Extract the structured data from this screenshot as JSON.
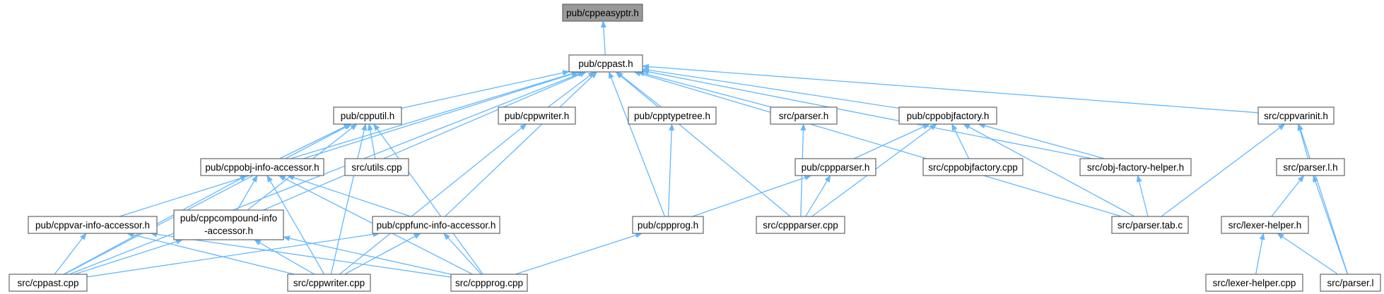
{
  "graph": {
    "edge_color": "#63b8ff",
    "root_fill": "#999999",
    "node_border": "#666666",
    "nodes": [
      {
        "id": "n_cppeasyptr",
        "label": "pub/cppeasyptr.h",
        "root": true
      },
      {
        "id": "n_cppast_h",
        "label": "pub/cppast.h"
      },
      {
        "id": "n_cpputil",
        "label": "pub/cpputil.h"
      },
      {
        "id": "n_cppwriter_h",
        "label": "pub/cppwriter.h"
      },
      {
        "id": "n_cpptypetree",
        "label": "pub/cpptypetree.h"
      },
      {
        "id": "n_parser_h",
        "label": "src/parser.h"
      },
      {
        "id": "n_cppobjfactory_h",
        "label": "pub/cppobjfactory.h"
      },
      {
        "id": "n_cppvarinit",
        "label": "src/cppvarinit.h"
      },
      {
        "id": "n_cppobj_info",
        "label": "pub/cppobj-info-accessor.h"
      },
      {
        "id": "n_utils_cpp",
        "label": "src/utils.cpp"
      },
      {
        "id": "n_cppparser_h",
        "label": "pub/cppparser.h"
      },
      {
        "id": "n_cppobjfactory_cpp",
        "label": "src/cppobjfactory.cpp"
      },
      {
        "id": "n_objfactory_helper",
        "label": "src/obj-factory-helper.h"
      },
      {
        "id": "n_parser_l_h",
        "label": "src/parser.l.h"
      },
      {
        "id": "n_cppvar_info",
        "label": "pub/cppvar-info-accessor.h"
      },
      {
        "id": "n_cppcompound_info",
        "label": "pub/cppcompound-info",
        "label2": "-accessor.h"
      },
      {
        "id": "n_cppfunc_info",
        "label": "pub/cppfunc-info-accessor.h"
      },
      {
        "id": "n_cppprog_h",
        "label": "pub/cppprog.h"
      },
      {
        "id": "n_cppparser_cpp",
        "label": "src/cppparser.cpp"
      },
      {
        "id": "n_parser_tab_c",
        "label": "src/parser.tab.c"
      },
      {
        "id": "n_lexer_helper_h",
        "label": "src/lexer-helper.h"
      },
      {
        "id": "n_cppast_cpp",
        "label": "src/cppast.cpp"
      },
      {
        "id": "n_cppwriter_cpp",
        "label": "src/cppwriter.cpp"
      },
      {
        "id": "n_cppprog_cpp",
        "label": "src/cppprog.cpp"
      },
      {
        "id": "n_lexer_helper_cpp",
        "label": "src/lexer-helper.cpp"
      },
      {
        "id": "n_parser_l",
        "label": "src/parser.l"
      }
    ],
    "edges": [
      [
        "n_cppast_h",
        "n_cppeasyptr"
      ],
      [
        "n_cpputil",
        "n_cppast_h"
      ],
      [
        "n_cppwriter_h",
        "n_cppast_h"
      ],
      [
        "n_cpptypetree",
        "n_cppast_h"
      ],
      [
        "n_parser_h",
        "n_cppast_h"
      ],
      [
        "n_cppobjfactory_h",
        "n_cppast_h"
      ],
      [
        "n_cppvarinit",
        "n_cppast_h"
      ],
      [
        "n_cppobj_info",
        "n_cppast_h"
      ],
      [
        "n_cppvar_info",
        "n_cppast_h"
      ],
      [
        "n_cppcompound_info",
        "n_cppast_h"
      ],
      [
        "n_cppfunc_info",
        "n_cppast_h"
      ],
      [
        "n_cppprog_h",
        "n_cppast_h"
      ],
      [
        "n_cppparser_cpp",
        "n_cppast_h"
      ],
      [
        "n_objfactory_helper",
        "n_cppast_h"
      ],
      [
        "n_parser_tab_c",
        "n_cppast_h"
      ],
      [
        "n_cppast_cpp",
        "n_cppast_h"
      ],
      [
        "n_cppobj_info",
        "n_cpputil"
      ],
      [
        "n_utils_cpp",
        "n_cpputil"
      ],
      [
        "n_cppcompound_info",
        "n_cpputil"
      ],
      [
        "n_cppast_cpp",
        "n_cpputil"
      ],
      [
        "n_cppwriter_cpp",
        "n_cpputil"
      ],
      [
        "n_cppprog_cpp",
        "n_cpputil"
      ],
      [
        "n_cppcompound_info",
        "n_cppobj_info"
      ],
      [
        "n_cppfunc_info",
        "n_cppobj_info"
      ],
      [
        "n_cppast_cpp",
        "n_cppobj_info"
      ],
      [
        "n_cppwriter_cpp",
        "n_cppobj_info"
      ],
      [
        "n_cppprog_cpp",
        "n_cppobj_info"
      ],
      [
        "n_cppwriter_cpp",
        "n_cppwriter_h"
      ],
      [
        "n_cppprog_h",
        "n_cpptypetree"
      ],
      [
        "n_cppparser_cpp",
        "n_parser_h"
      ],
      [
        "n_cppparser_h",
        "n_cppobjfactory_h"
      ],
      [
        "n_cppobjfactory_cpp",
        "n_cppobjfactory_h"
      ],
      [
        "n_objfactory_helper",
        "n_cppobjfactory_h"
      ],
      [
        "n_cppparser_cpp",
        "n_cppobjfactory_h"
      ],
      [
        "n_parser_tab_c",
        "n_cppobjfactory_h"
      ],
      [
        "n_cppprog_h",
        "n_cppparser_h"
      ],
      [
        "n_cppparser_cpp",
        "n_cppparser_h"
      ],
      [
        "n_parser_tab_c",
        "n_objfactory_helper"
      ],
      [
        "n_parser_l_h",
        "n_cppvarinit"
      ],
      [
        "n_parser_tab_c",
        "n_cppvarinit"
      ],
      [
        "n_parser_l",
        "n_cppvarinit"
      ],
      [
        "n_lexer_helper_h",
        "n_parser_l_h"
      ],
      [
        "n_parser_l",
        "n_parser_l_h"
      ],
      [
        "n_lexer_helper_cpp",
        "n_lexer_helper_h"
      ],
      [
        "n_parser_l",
        "n_lexer_helper_h"
      ],
      [
        "n_cppast_cpp",
        "n_cppvar_info"
      ],
      [
        "n_cppwriter_cpp",
        "n_cppvar_info"
      ],
      [
        "n_cppprog_cpp",
        "n_cppvar_info"
      ],
      [
        "n_cppast_cpp",
        "n_cppcompound_info"
      ],
      [
        "n_cppwriter_cpp",
        "n_cppcompound_info"
      ],
      [
        "n_cppprog_cpp",
        "n_cppcompound_info"
      ],
      [
        "n_cppast_cpp",
        "n_cppfunc_info"
      ],
      [
        "n_cppwriter_cpp",
        "n_cppfunc_info"
      ],
      [
        "n_cppprog_cpp",
        "n_cppfunc_info"
      ],
      [
        "n_cppprog_cpp",
        "n_cppprog_h"
      ]
    ]
  }
}
